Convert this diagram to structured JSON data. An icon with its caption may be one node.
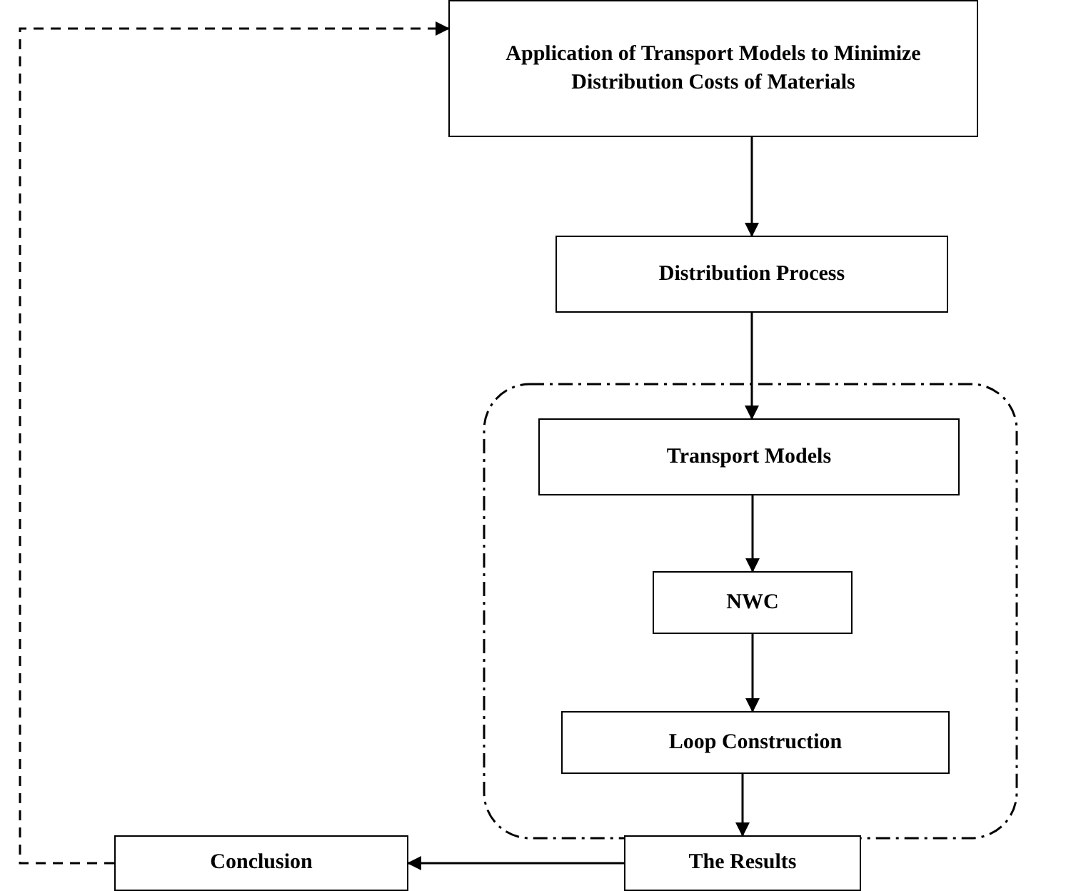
{
  "diagram": {
    "nodes": [
      {
        "text": [
          "Application of Transport Models to Minimize Distribution Costs of Materials"
        ]
      },
      {
        "text": [
          "Distribution Process"
        ]
      },
      {
        "text": [],
        "shape": "box"
      },
      {
        "text": [
          "Transport Models"
        ],
        "in": 2
      },
      {
        "text": [
          "NWC"
        ],
        "in": 2
      },
      {
        "text": [
          "Loop Construction"
        ],
        "in": 2
      },
      {
        "text": [
          "The Results"
        ]
      },
      {
        "text": [
          "Conclusion"
        ]
      }
    ],
    "edges": [
      {
        "from": 0,
        "to": 1,
        "arrow": "to"
      },
      {
        "from": 1,
        "to": 3,
        "arrow": "to"
      },
      {
        "from": 3,
        "to": 4,
        "arrow": "to"
      },
      {
        "from": 4,
        "to": 5,
        "arrow": "to"
      },
      {
        "from": 5,
        "to": 6,
        "arrow": "to"
      },
      {
        "from": 6,
        "to": 7,
        "arrow": "to"
      },
      {
        "from": 7,
        "to": 0,
        "arrow": "to",
        "style": "dashed"
      }
    ]
  }
}
